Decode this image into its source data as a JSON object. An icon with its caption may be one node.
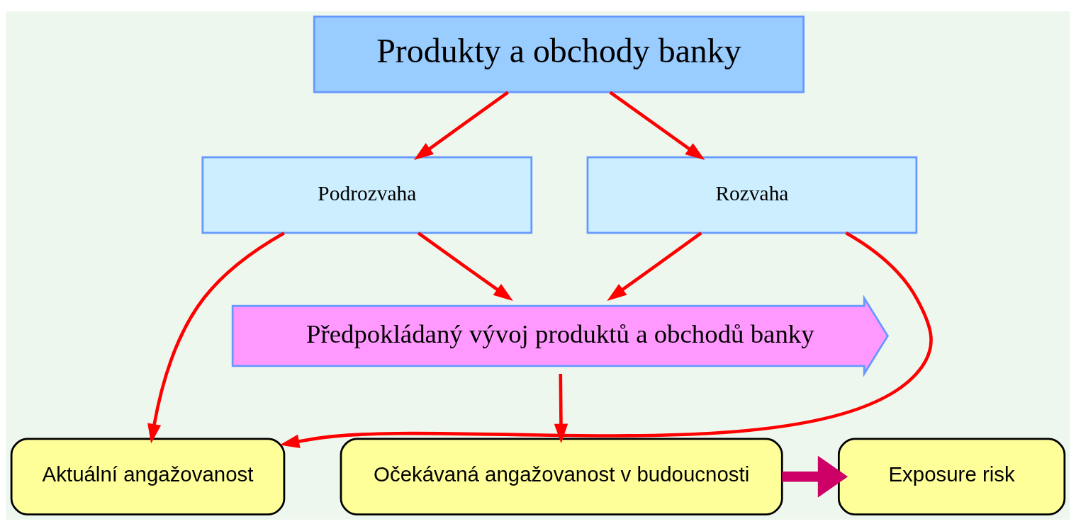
{
  "diagram": {
    "nodes": [
      {
        "text": [
          "Produkty a obchody banky"
        ]
      },
      {
        "text": [
          "Rozvaha"
        ]
      },
      {
        "text": [
          "Podrozvaha"
        ]
      },
      {
        "text": [
          "Předpokládaný vývoj produktů a obchodů banky"
        ]
      },
      {
        "text": [
          "Aktuální angažovanost"
        ]
      },
      {
        "text": [
          "Očekávaná angažovanost v budoucnosti"
        ]
      },
      {
        "text": [
          "Exposure risk"
        ]
      }
    ],
    "edges": [
      {
        "from": 0,
        "to": 1,
        "arrow": "to"
      },
      {
        "from": 0,
        "to": 2,
        "arrow": "to"
      },
      {
        "from": 1,
        "to": 4,
        "arrow": "to"
      },
      {
        "from": 1,
        "to": 3,
        "arrow": "to"
      },
      {
        "from": 2,
        "to": 4,
        "arrow": "to"
      },
      {
        "from": 2,
        "to": 3,
        "arrow": "to"
      },
      {
        "from": 3,
        "to": 5,
        "arrow": "to"
      },
      {
        "from": 5,
        "to": 6,
        "arrow": "to",
        "style": "thick",
        "color": "#cc0066"
      }
    ]
  }
}
